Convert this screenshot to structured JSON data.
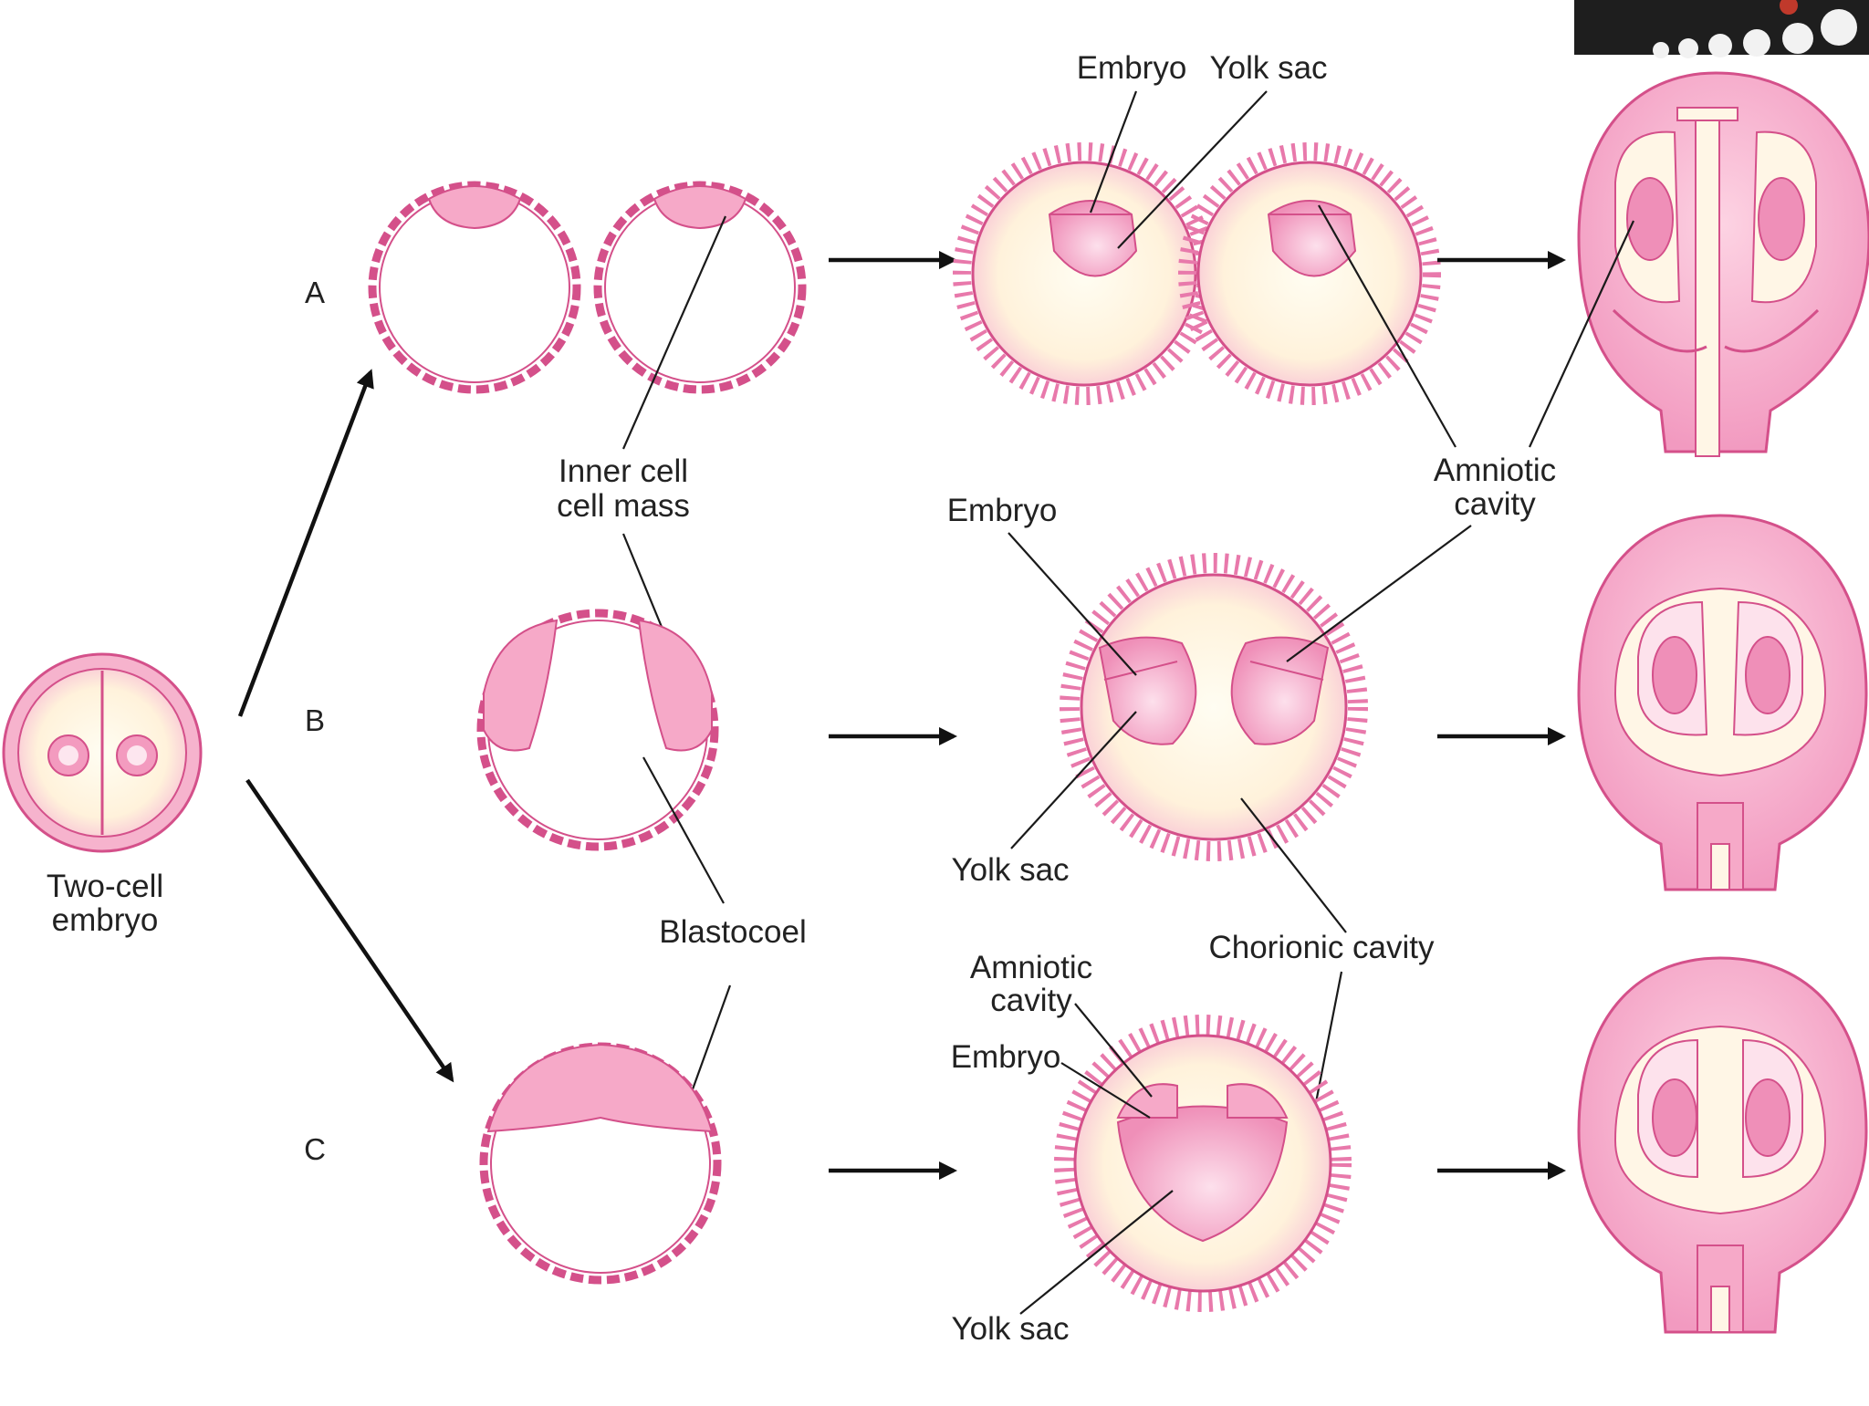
{
  "labels": {
    "two_cell_line1": "Two-cell",
    "two_cell_line2": "embryo",
    "row_a": "A",
    "row_b": "B",
    "row_c": "C",
    "inner_cell_line1": "Inner cell",
    "inner_cell_line2": "cell mass",
    "blastocoel": "Blastocoel",
    "embryo_a": "Embryo",
    "yolk_sac_a": "Yolk sac",
    "amniotic_a_line1": "Amniotic",
    "amniotic_a_line2": "cavity",
    "embryo_b": "Embryo",
    "yolk_sac_b": "Yolk sac",
    "chorionic_cavity": "Chorionic cavity",
    "amniotic_c_line1": "Amniotic",
    "amniotic_c_line2": "cavity",
    "embryo_c": "Embryo",
    "yolk_sac_c": "Yolk sac"
  },
  "colors": {
    "outline": "#d4508a",
    "pink_fill": "#f6a9c8",
    "light_fill": "#fff6e2",
    "background": "#ffffff"
  }
}
